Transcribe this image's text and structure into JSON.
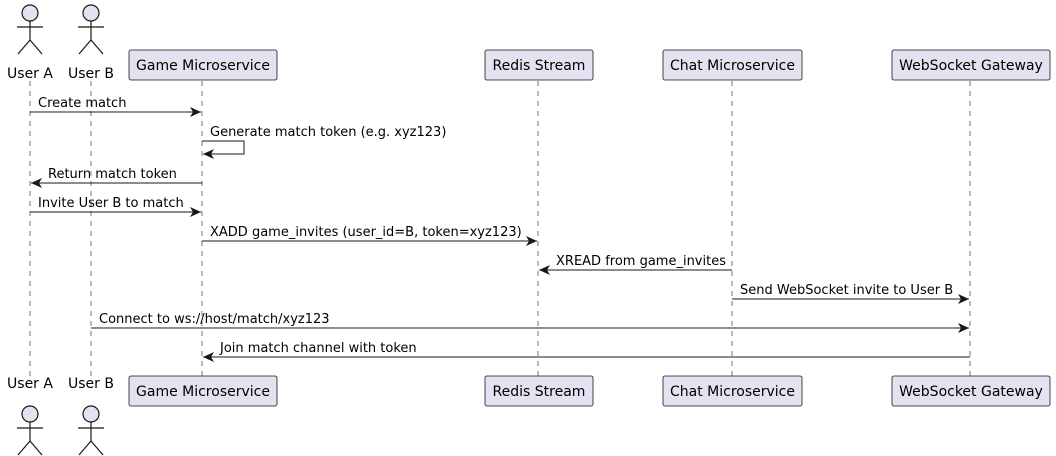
{
  "participants": [
    {
      "id": "userA",
      "label": "User A",
      "kind": "actor"
    },
    {
      "id": "userB",
      "label": "User B",
      "kind": "actor"
    },
    {
      "id": "game",
      "label": "Game Microservice",
      "kind": "box"
    },
    {
      "id": "redis",
      "label": "Redis Stream",
      "kind": "box"
    },
    {
      "id": "chat",
      "label": "Chat Microservice",
      "kind": "box"
    },
    {
      "id": "ws",
      "label": "WebSocket Gateway",
      "kind": "box"
    }
  ],
  "messages": [
    {
      "from": "userA",
      "to": "game",
      "label": "Create match"
    },
    {
      "from": "game",
      "to": "game",
      "label": "Generate match token (e.g. xyz123)"
    },
    {
      "from": "game",
      "to": "userA",
      "label": "Return match token"
    },
    {
      "from": "userA",
      "to": "game",
      "label": "Invite User B to match"
    },
    {
      "from": "game",
      "to": "redis",
      "label": "XADD game_invites (user_id=B, token=xyz123)"
    },
    {
      "from": "chat",
      "to": "redis",
      "label": "XREAD from game_invites"
    },
    {
      "from": "chat",
      "to": "ws",
      "label": "Send WebSocket invite to User B"
    },
    {
      "from": "userB",
      "to": "ws",
      "label": "Connect to ws://host/match/xyz123"
    },
    {
      "from": "ws",
      "to": "game",
      "label": "Join match channel with token"
    }
  ],
  "colors": {
    "participant_fill": "#E2E2F0",
    "participant_stroke": "#181818",
    "line": "#181818",
    "lifeline": "#181818"
  }
}
